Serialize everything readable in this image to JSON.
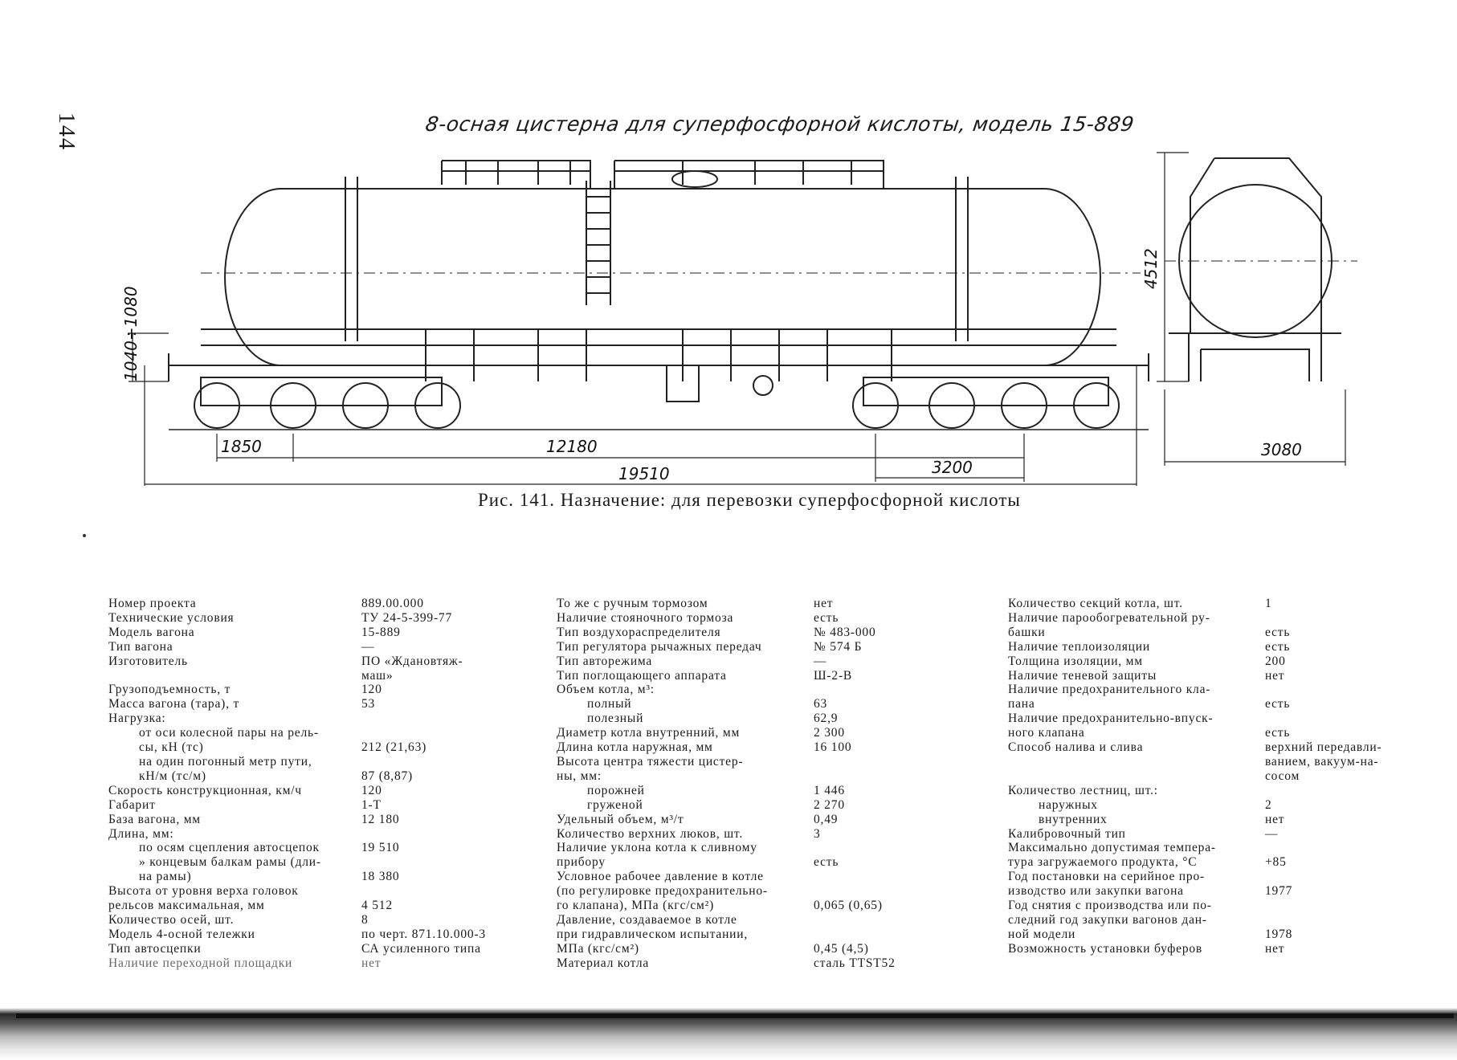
{
  "page": {
    "number": "144",
    "drawing_title": "8-осная цистерна для суперфосфорной кислоты, модель 15-889",
    "caption": "Рис. 141. Назначение: для перевозки суперфосфорной кислоты"
  },
  "dimensions": {
    "height_range": "1040÷1080",
    "bogie_base": "1850",
    "wagon_base": "12180",
    "bogie_spacing": "3200",
    "coupler_length": "19510",
    "overall_height": "4512",
    "overall_width": "3080"
  },
  "specs": {
    "col1": [
      {
        "label": "Номер проекта",
        "value": "889.00.000"
      },
      {
        "label": "Технические условия",
        "value": "ТУ 24-5-399-77"
      },
      {
        "label": "Модель вагона",
        "value": "15-889"
      },
      {
        "label": "Тип вагона",
        "value": "—"
      },
      {
        "label": "Изготовитель",
        "value": "ПО «Ждановтяж-"
      },
      {
        "label": "",
        "value": "маш»"
      },
      {
        "label": "Грузоподъемность, т",
        "value": "120"
      },
      {
        "label": "Масса вагона (тара), т",
        "value": "53"
      },
      {
        "label": "Нагрузка:",
        "value": ""
      },
      {
        "label": "от оси колесной пары на рель-",
        "value": ""
      },
      {
        "label": "сы, кН (тс)",
        "value": "212 (21,63)"
      },
      {
        "label": "на один погонный метр пути,",
        "value": ""
      },
      {
        "label": "кН/м (тс/м)",
        "value": "87 (8,87)"
      },
      {
        "label": "Скорость конструкционная, км/ч",
        "value": "120"
      },
      {
        "label": "Габарит",
        "value": "1-Т"
      },
      {
        "label": "База вагона, мм",
        "value": "12 180"
      },
      {
        "label": "Длина, мм:",
        "value": ""
      },
      {
        "label": "по осям сцепления автосцепок",
        "value": "19 510"
      },
      {
        "label": "» концевым балкам рамы (дли-",
        "value": ""
      },
      {
        "label": "на рамы)",
        "value": "18 380"
      },
      {
        "label": "Высота от уровня верха головок",
        "value": ""
      },
      {
        "label": "рельсов максимальная, мм",
        "value": "4 512"
      },
      {
        "label": "Количество осей, шт.",
        "value": "8"
      },
      {
        "label": "Модель 4-осной тележки",
        "value": "по черт. 871.10.000-3"
      },
      {
        "label": "Тип автосцепки",
        "value": "СА усиленного типа"
      },
      {
        "label": "Наличие переходной площадки",
        "value": "нет"
      }
    ],
    "col2": [
      {
        "label": "То же с ручным тормозом",
        "value": "нет"
      },
      {
        "label": "Наличие стояночного тормоза",
        "value": "есть"
      },
      {
        "label": "Тип воздухораспределителя",
        "value": "№ 483-000"
      },
      {
        "label": "Тип регулятора рычажных передач",
        "value": "№ 574 Б"
      },
      {
        "label": "Тип авторежима",
        "value": "—"
      },
      {
        "label": "Тип поглощающего аппарата",
        "value": "Ш-2-В"
      },
      {
        "label": "Объем котла, м³:",
        "value": ""
      },
      {
        "label": "полный",
        "value": "63"
      },
      {
        "label": "полезный",
        "value": "62,9"
      },
      {
        "label": "Диаметр котла внутренний, мм",
        "value": "2 300"
      },
      {
        "label": "Длина котла наружная, мм",
        "value": "16 100"
      },
      {
        "label": "Высота центра тяжести цистер-",
        "value": ""
      },
      {
        "label": "ны, мм:",
        "value": ""
      },
      {
        "label": "порожней",
        "value": "1 446"
      },
      {
        "label": "груженой",
        "value": "2 270"
      },
      {
        "label": "Удельный объем, м³/т",
        "value": "0,49"
      },
      {
        "label": "Количество верхних люков, шт.",
        "value": "3"
      },
      {
        "label": "Наличие уклона котла к сливному",
        "value": ""
      },
      {
        "label": "прибору",
        "value": "есть"
      },
      {
        "label": "Условное рабочее давление в котле",
        "value": ""
      },
      {
        "label": "(по регулировке предохранительно-",
        "value": ""
      },
      {
        "label": "го клапана), МПа (кгс/см²)",
        "value": "0,065 (0,65)"
      },
      {
        "label": "Давление, создаваемое в котле",
        "value": ""
      },
      {
        "label": "при гидравлическом испытании,",
        "value": ""
      },
      {
        "label": "МПа (кгс/см²)",
        "value": "0,45 (4,5)"
      },
      {
        "label": "Материал котла",
        "value": "сталь ТТSТ52"
      }
    ],
    "col3": [
      {
        "label": "Количество секций котла, шт.",
        "value": "1"
      },
      {
        "label": "Наличие парообогревательной ру-",
        "value": ""
      },
      {
        "label": "башки",
        "value": "есть"
      },
      {
        "label": "Наличие теплоизоляции",
        "value": "есть"
      },
      {
        "label": "Толщина изоляции, мм",
        "value": "200"
      },
      {
        "label": "Наличие теневой защиты",
        "value": "нет"
      },
      {
        "label": "Наличие предохранительного кла-",
        "value": ""
      },
      {
        "label": "пана",
        "value": "есть"
      },
      {
        "label": "Наличие предохранительно-впуск-",
        "value": ""
      },
      {
        "label": "ного клапана",
        "value": "есть"
      },
      {
        "label": "Способ налива и слива",
        "value": "верхний передавли-"
      },
      {
        "label": "",
        "value": "ванием, вакуум-на-"
      },
      {
        "label": "",
        "value": "сосом"
      },
      {
        "label": "Количество лестниц, шт.:",
        "value": ""
      },
      {
        "label": "наружных",
        "value": "2"
      },
      {
        "label": "внутренних",
        "value": "нет"
      },
      {
        "label": "Калибровочный тип",
        "value": "—"
      },
      {
        "label": "Максимально допустимая темпера-",
        "value": ""
      },
      {
        "label": "тура загружаемого продукта, °С",
        "value": "+85"
      },
      {
        "label": "Год постановки на серийное про-",
        "value": ""
      },
      {
        "label": "изводство или закупки вагона",
        "value": "1977"
      },
      {
        "label": "Год снятия с производства или по-",
        "value": ""
      },
      {
        "label": "следний год закупки вагонов дан-",
        "value": ""
      },
      {
        "label": "ной модели",
        "value": "1978"
      },
      {
        "label": "Возможность установки буферов",
        "value": "нет"
      }
    ]
  }
}
